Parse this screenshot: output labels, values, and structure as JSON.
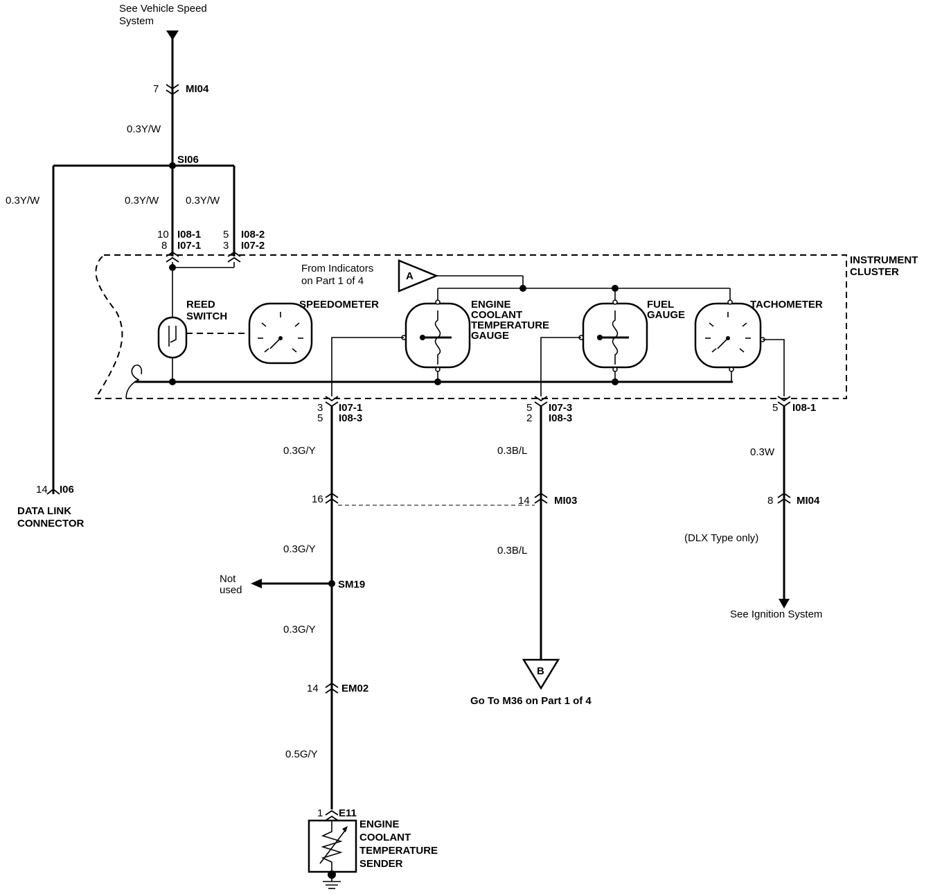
{
  "top_reference": [
    "See Vehicle Speed",
    "System"
  ],
  "connectors": {
    "mi04_top": {
      "pin": "7",
      "name": "MI04"
    },
    "splice_si06": "SI06",
    "i08_1_top": {
      "pins": [
        "10",
        "8"
      ],
      "names": [
        "I08-1",
        "I07-1"
      ]
    },
    "i08_2_top": {
      "pins": [
        "5",
        "3"
      ],
      "names": [
        "I08-2",
        "I07-2"
      ]
    },
    "ect_bottom": {
      "pins": [
        "3",
        "5"
      ],
      "names": [
        "I07-1",
        "I08-3"
      ]
    },
    "fuel_bottom": {
      "pins": [
        "5",
        "2"
      ],
      "names": [
        "I07-3",
        "I08-3"
      ]
    },
    "tach_bottom": {
      "pin": "5",
      "name": "I08-1"
    },
    "dlc": {
      "pin": "14",
      "name": "I06"
    },
    "ect_mid": {
      "pin": "16"
    },
    "mi03": {
      "pin": "14",
      "name": "MI03"
    },
    "mi04_bottom": {
      "pin": "8",
      "name": "MI04"
    },
    "splice_sm19": "SM19",
    "em02": {
      "pin": "14",
      "name": "EM02"
    },
    "e11": {
      "pin": "1",
      "name": "E11"
    }
  },
  "wires": {
    "top": "0.3Y/W",
    "dlc": "0.3Y/W",
    "reed_a": "0.3Y/W",
    "reed_b": "0.3Y/W",
    "ect_1": "0.3G/Y",
    "ect_2": "0.3G/Y",
    "ect_3": "0.3G/Y",
    "ect_4": "0.5G/Y",
    "fuel_1": "0.3B/L",
    "fuel_2": "0.3B/L",
    "tach": "0.3W"
  },
  "components": {
    "instrument_cluster": [
      "INSTRUMENT",
      "CLUSTER"
    ],
    "reed_switch": [
      "REED",
      "SWITCH"
    ],
    "speedometer": "SPEEDOMETER",
    "ect_gauge": [
      "ENGINE",
      "COOLANT",
      "TEMPERATURE",
      "GAUGE"
    ],
    "fuel_gauge": [
      "FUEL",
      "GAUGE"
    ],
    "tachometer": "TACHOMETER",
    "data_link_connector": [
      "DATA LINK",
      "CONNECTOR"
    ],
    "ect_sender": [
      "ENGINE",
      "COOLANT",
      "TEMPERATURE",
      "SENDER"
    ]
  },
  "references": {
    "indicators": [
      "From Indicators",
      "on Part 1 of 4"
    ],
    "flag_a": "A",
    "flag_b": "B",
    "go_to": "Go To M36 on Part 1 of 4",
    "not_used": [
      "Not",
      "used"
    ],
    "dlx_only": "(DLX Type only)",
    "ignition": "See Ignition System"
  }
}
